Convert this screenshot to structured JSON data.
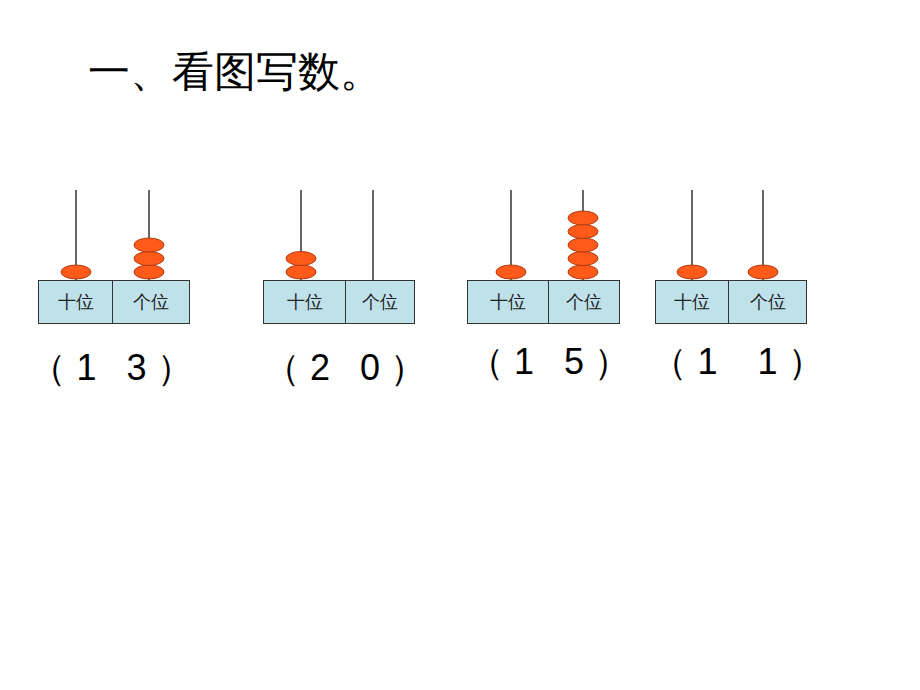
{
  "diagram": {
    "title": "一、看图写数。",
    "nodes": [
      {
        "text": [
          "十位"
        ]
      },
      {
        "text": [
          "个位"
        ]
      },
      {
        "text": [
          "十位"
        ]
      },
      {
        "text": [
          "个位"
        ]
      },
      {
        "text": [
          "十位"
        ]
      },
      {
        "text": [
          "个位"
        ]
      },
      {
        "text": [
          "十位"
        ]
      },
      {
        "text": [
          "个位"
        ]
      }
    ],
    "labels": [
      "（ 1   3 ）",
      "（ 2   0 ）",
      "（ 1   5 ）",
      "（ 1    1 ）"
    ]
  }
}
